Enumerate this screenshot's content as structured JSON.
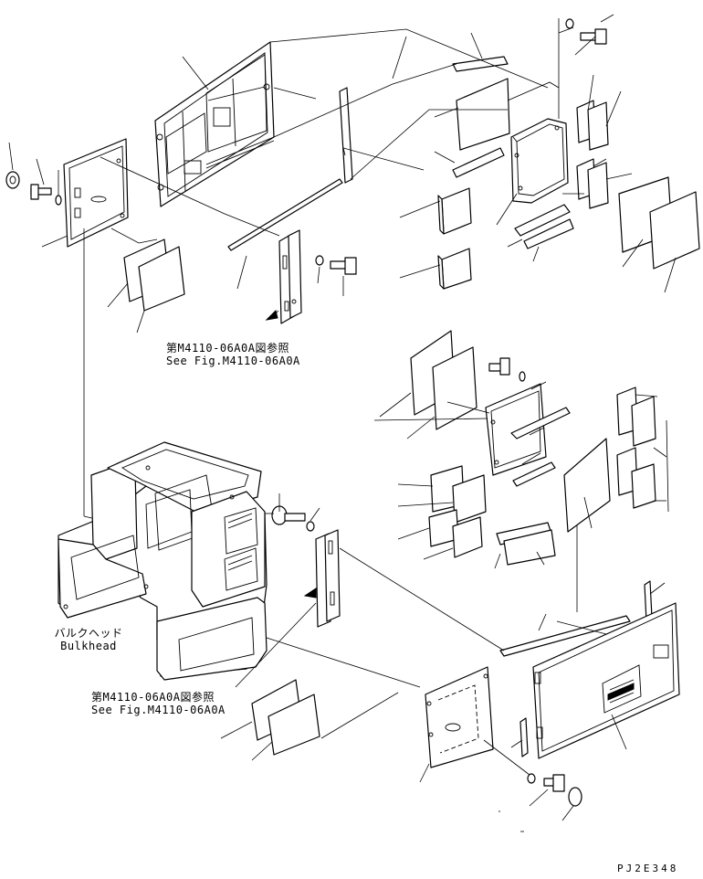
{
  "references": [
    {
      "jp": "第M4110-06A0A図参照",
      "en": "See Fig.M4110-06A0A"
    },
    {
      "jp": "第M4110-06A0A図参照",
      "en": "See Fig.M4110-06A0A"
    }
  ],
  "bulkhead": {
    "jp": "バルクヘッド",
    "en": "Bulkhead"
  },
  "drawing_code": "PJ2E348"
}
